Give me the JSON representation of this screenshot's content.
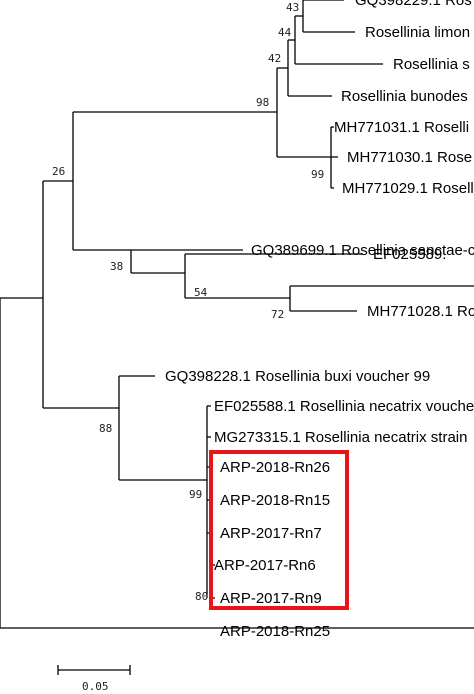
{
  "taxa": [
    {
      "id": "t1",
      "label": "GQ398229.1 Ros"
    },
    {
      "id": "t2",
      "label": "Rosellinia limon"
    },
    {
      "id": "t3",
      "label": "Rosellinia s"
    },
    {
      "id": "t4",
      "label": "Rosellinia bunodes"
    },
    {
      "id": "t5",
      "label": "MH771031.1 Roselli"
    },
    {
      "id": "t6",
      "label": "MH771030.1 Rose"
    },
    {
      "id": "t7",
      "label": "MH771029.1 Rosell"
    },
    {
      "id": "t8",
      "label": "GQ389699.1 Rosellinia sanctae-c"
    },
    {
      "id": "t9",
      "label": "EF025589."
    },
    {
      "id": "t10",
      "label": "MH771028.1 Ro"
    },
    {
      "id": "t11",
      "label": "GQ398228.1 Rosellinia buxi voucher 99"
    },
    {
      "id": "t12",
      "label": "EF025588.1 Rosellinia necatrix vouche"
    },
    {
      "id": "t13",
      "label": "MG273315.1 Rosellinia necatrix strain"
    },
    {
      "id": "t14",
      "label": "ARP-2018-Rn26"
    },
    {
      "id": "t15",
      "label": "ARP-2018-Rn15"
    },
    {
      "id": "t16",
      "label": "ARP-2017-Rn7"
    },
    {
      "id": "t17",
      "label": "ARP-2017-Rn6"
    },
    {
      "id": "t18",
      "label": "ARP-2017-Rn9"
    },
    {
      "id": "t19",
      "label": "ARP-2018-Rn25"
    }
  ],
  "bootstrap": [
    {
      "id": "b43",
      "label": "43"
    },
    {
      "id": "b44",
      "label": "44"
    },
    {
      "id": "b42",
      "label": "42"
    },
    {
      "id": "b98",
      "label": "98"
    },
    {
      "id": "b99a",
      "label": "99"
    },
    {
      "id": "b26",
      "label": "26"
    },
    {
      "id": "b38",
      "label": "38"
    },
    {
      "id": "b54",
      "label": "54"
    },
    {
      "id": "b72",
      "label": "72"
    },
    {
      "id": "b88",
      "label": "88"
    },
    {
      "id": "b99b",
      "label": "99"
    },
    {
      "id": "b80",
      "label": "80"
    }
  ],
  "highlight": {
    "color": "#e8141a"
  },
  "scale_bar": {
    "label": "0.05"
  }
}
